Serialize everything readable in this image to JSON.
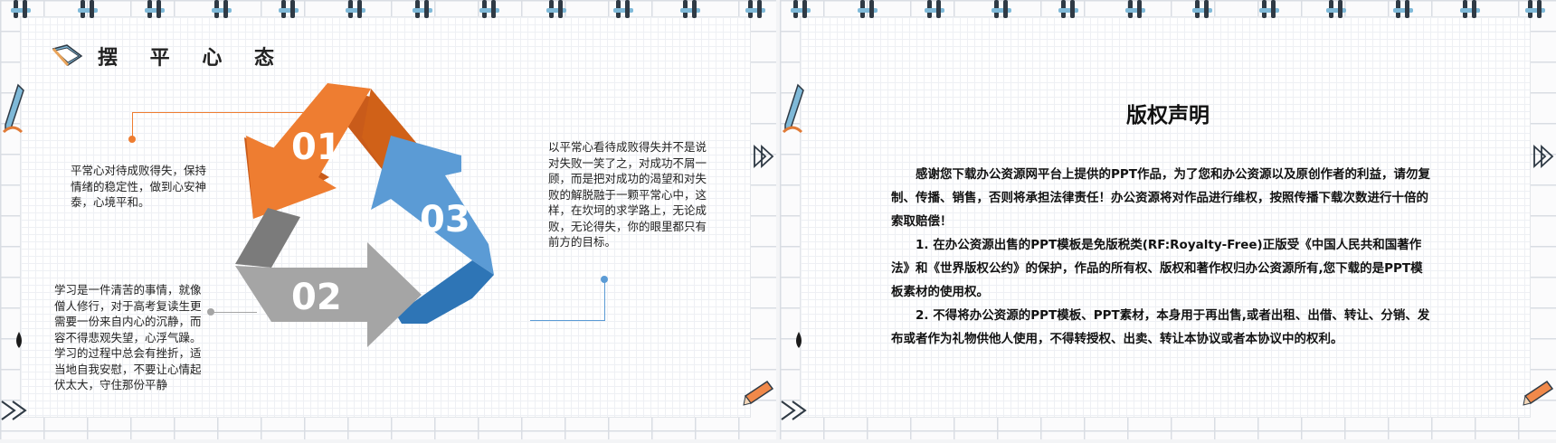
{
  "left_slide": {
    "title": "摆 平 心 态",
    "text_top_left": "平常心对待成败得失，保持情绪的稳定性，做到心安神泰，心境平和。",
    "text_bottom_left": "学习是一件清苦的事情，就像僧人修行，对于高考复读生更需要一份来自内心的沉静，而容不得悲观失望，心浮气躁。学习的过程中总会有挫折，适当地自我安慰，不要让心情起伏太大，守住那份平静",
    "text_right": "以平常心看待成败得失并不是说对失败一笑了之，对成功不屑一顾，而是把对成功的渴望和对失败的解脱融于一颗平常心中，这样，在坎坷的求学路上，无论成败，无论得失，你的眼里都只有前方的目标。",
    "arrows": [
      {
        "label": "01",
        "color": "#ee7d31"
      },
      {
        "label": "02",
        "color": "#a5a5a5"
      },
      {
        "label": "03",
        "color": "#5b9bd5"
      }
    ]
  },
  "right_slide": {
    "title": "版权声明",
    "paragraphs": [
      "感谢您下载办公资源网平台上提供的PPT作品，为了您和办公资源以及原创作者的利益，请勿复制、传播、销售，否则将承担法律责任！办公资源将对作品进行维权，按照传播下载次数进行十倍的索取赔偿！",
      "1. 在办公资源出售的PPT模板是免版税类(RF:Royalty-Free)正版受《中国人民共和国著作法》和《世界版权公约》的保护，作品的所有权、版权和著作权归办公资源所有,您下载的是PPT模板素材的使用权。",
      "2. 不得将办公资源的PPT模板、PPT素材，本身用于再出售,或者出租、出借、转让、分销、发布或者作为礼物供他人使用，不得转授权、出卖、转让本协议或者本协议中的权利。"
    ]
  }
}
